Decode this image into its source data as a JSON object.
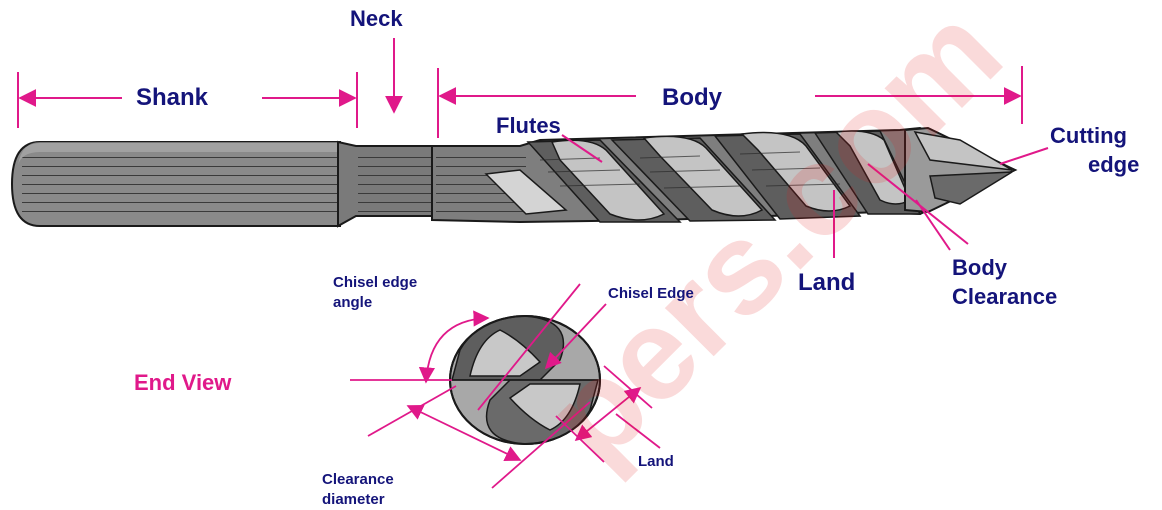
{
  "labels": {
    "neck": "Neck",
    "shank": "Shank",
    "body": "Body",
    "flutes": "Flutes",
    "cutting_edge_line1": "Cutting",
    "cutting_edge_line2": "edge",
    "land": "Land",
    "body_clearance_line1": "Body",
    "body_clearance_line2": "Clearance",
    "chisel_edge_angle_line1": "Chisel edge",
    "chisel_edge_angle_line2": "angle",
    "chisel_edge": "Chisel Edge",
    "end_view": "End View",
    "end_land": "Land",
    "clearance_diameter_line1": "Clearance",
    "clearance_diameter_line2": "diameter"
  },
  "watermark": "pers.com",
  "colors": {
    "label": "#14147a",
    "dimension_line": "#e0198a",
    "end_view_label": "#e0198a",
    "watermark": "#e41e1e",
    "drill_body": "#8a8a8a",
    "drill_light": "#c4c4c4",
    "drill_dark": "#5a5a5a"
  }
}
